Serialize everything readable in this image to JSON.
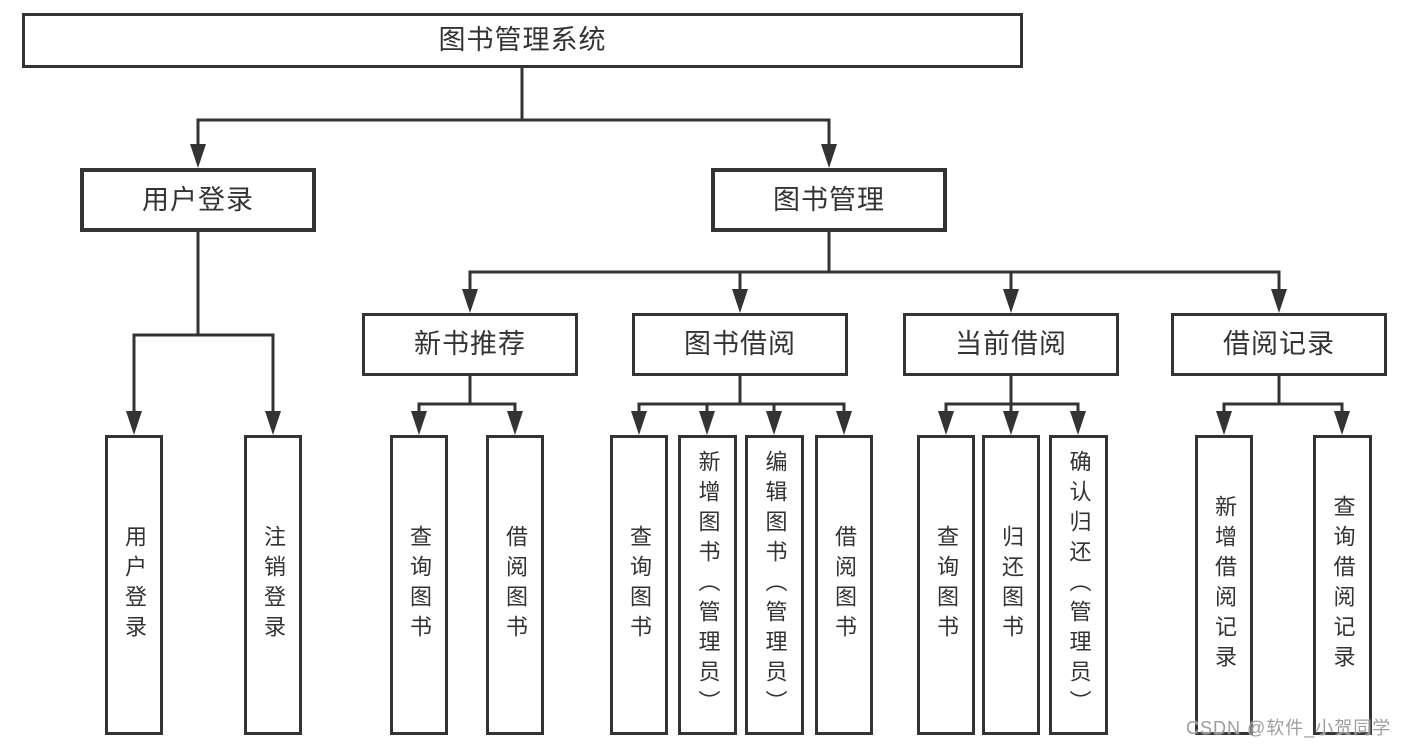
{
  "nodes": {
    "root": "图书管理系统",
    "user_login": "用户登录",
    "book_mgmt": "图书管理",
    "new_book_rec": "新书推荐",
    "book_borrow": "图书借阅",
    "current_borrow": "当前借阅",
    "borrow_record": "借阅记录",
    "ul_login": "用户登录",
    "ul_logout": "注销登录",
    "nr_query_book": "查询图书",
    "nr_borrow_book": "借阅图书",
    "bb_query_book": "查询图书",
    "bb_add_book": "新增图书（管理员）",
    "bb_edit_book": "编辑图书（管理员）",
    "bb_borrow_book": "借阅图书",
    "cb_query_book": "查询图书",
    "cb_return_book": "归还图书",
    "cb_confirm_return": "确认归还（管理员）",
    "br_add_record": "新增借阅记录",
    "br_query_record": "查询借阅记录"
  },
  "watermark": "CSDN @软件_小贺同学",
  "colors": {
    "line": "#333333",
    "text": "#333333",
    "watermark": "#9e9e9e",
    "background": "#ffffff"
  }
}
